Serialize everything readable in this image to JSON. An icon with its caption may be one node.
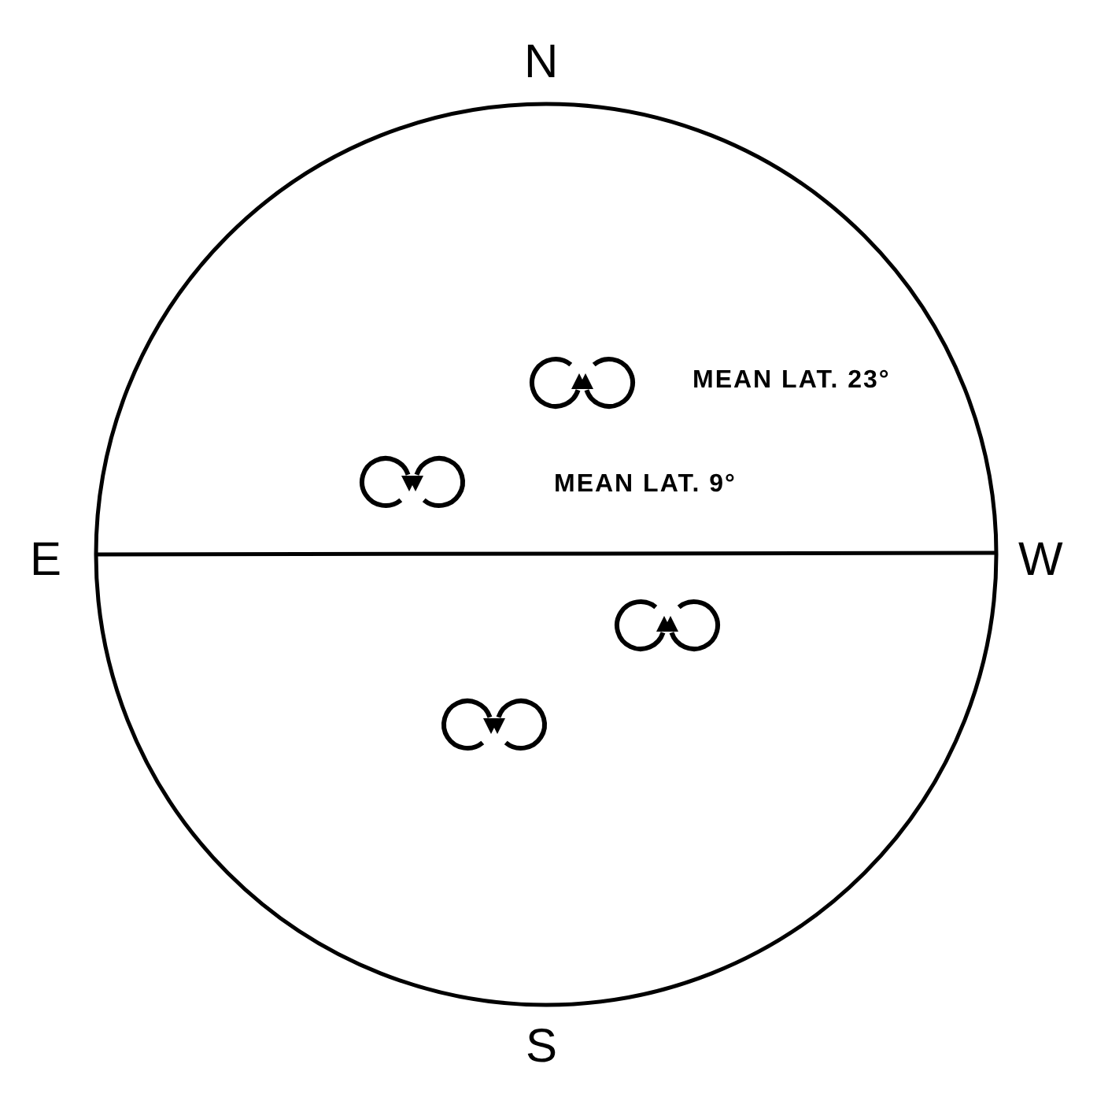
{
  "diagram": {
    "labels": [
      "N",
      "MEAN LAT. 23°",
      "MEAN LAT. 9°",
      "E",
      "W",
      "S"
    ]
  }
}
